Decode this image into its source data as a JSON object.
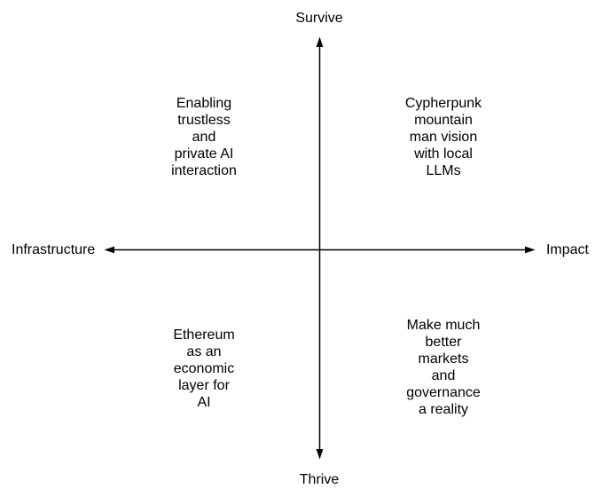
{
  "diagram": {
    "axes": {
      "top_label": "Survive",
      "bottom_label": "Thrive",
      "left_label": "Infrastructure",
      "right_label": "Impact"
    },
    "quadrants": {
      "top_left": "Enabling\ntrustless\nand\nprivate AI\ninteraction",
      "top_right": "Cypherpunk\nmountain\nman vision\nwith local\nLLMs",
      "bottom_left": "Ethereum\nas an\neconomic\nlayer for\nAI",
      "bottom_right": "Make much\nbetter\nmarkets\nand\ngovernance\na reality"
    },
    "colors": {
      "text": "#000000",
      "axis": "#000000",
      "background": "#ffffff"
    }
  }
}
